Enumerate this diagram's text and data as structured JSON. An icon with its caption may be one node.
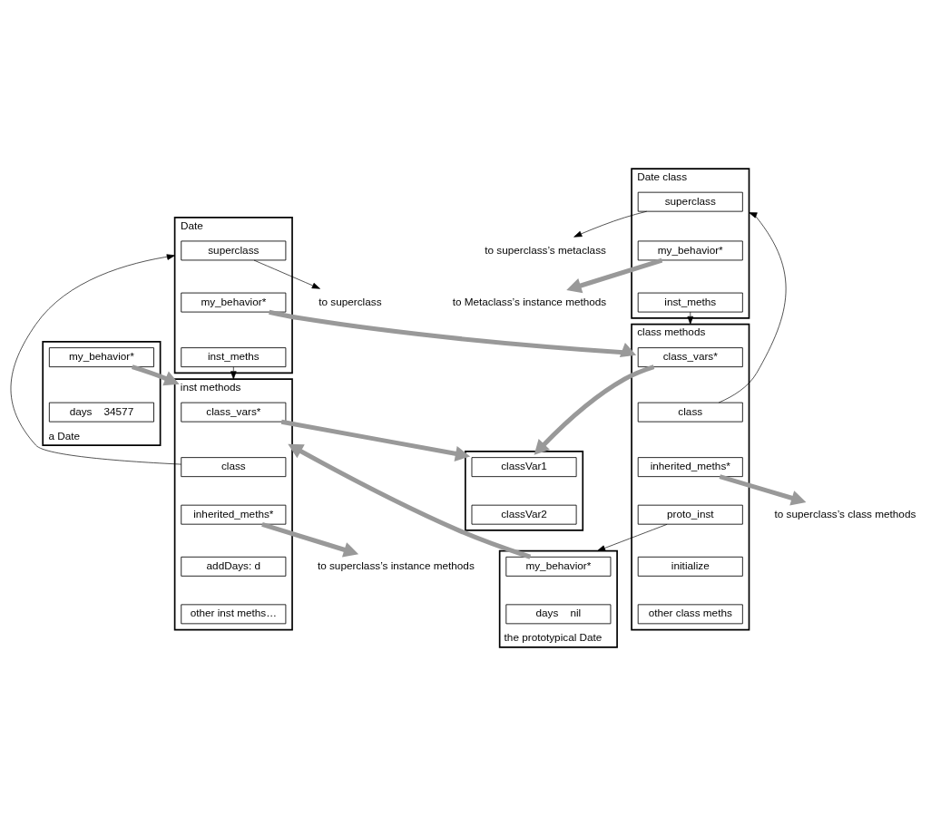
{
  "diagram": {
    "nodes": [
      {
        "text": [
          "Date"
        ]
      },
      {
        "text": [
          "superclass"
        ],
        "in": 0
      },
      {
        "text": [
          "my_behavior*"
        ],
        "in": 0
      },
      {
        "text": [
          "inst_meths"
        ],
        "in": 0
      },
      {
        "text": [],
        "shape": "box"
      },
      {
        "text": [
          "classVar1"
        ],
        "in": 4
      },
      {
        "text": [
          "classVar2"
        ],
        "in": 4
      },
      {
        "text": [
          "Date class"
        ]
      },
      {
        "text": [
          "superclass"
        ],
        "in": 7
      },
      {
        "text": [
          "my_behavior*"
        ],
        "in": 7
      },
      {
        "text": [
          "inst_meths"
        ],
        "in": 7
      },
      {
        "text": [
          "inst methods"
        ]
      },
      {
        "text": [
          "class_vars*"
        ],
        "in": 11
      },
      {
        "text": [
          "class"
        ],
        "in": 11
      },
      {
        "text": [
          "inherited_meths*"
        ],
        "in": 11
      },
      {
        "text": [
          "addDays: d"
        ],
        "in": 11
      },
      {
        "text": [
          "other inst meths…"
        ],
        "in": 11
      },
      {
        "text": [
          "class methods"
        ]
      },
      {
        "text": [
          "class_vars*"
        ],
        "in": 17
      },
      {
        "text": [
          "class"
        ],
        "in": 17
      },
      {
        "text": [
          "inherited_meths*"
        ],
        "in": 17
      },
      {
        "text": [
          "proto_inst"
        ],
        "in": 17
      },
      {
        "text": [
          "initialize"
        ],
        "in": 17
      },
      {
        "text": [
          "other class meths"
        ],
        "in": 17
      },
      {
        "text": [
          "a Date"
        ]
      },
      {
        "text": [
          "my_behavior*"
        ],
        "in": 24
      },
      {
        "text": [
          "days",
          "34577"
        ],
        "in": 24
      },
      {
        "text": [
          "the prototypical Date"
        ]
      },
      {
        "text": [
          "my_behavior*"
        ],
        "in": 27
      },
      {
        "text": [
          "days",
          "nil"
        ],
        "in": 27
      },
      {
        "text": [
          "to superclass"
        ]
      },
      {
        "text": [
          "to superclass’s metaclass"
        ]
      },
      {
        "text": [
          "to Metaclass’s instance methods"
        ]
      },
      {
        "text": [
          "to superclass’s instance methods"
        ]
      },
      {
        "text": [
          "to superclass’s class methods"
        ]
      }
    ],
    "edges": [
      {
        "from": 1,
        "to": 30,
        "arrow": "to",
        "color": "#000000"
      },
      {
        "from": 2,
        "to": 17,
        "arrow": "to"
      },
      {
        "from": 3,
        "to": 11,
        "arrow": "to",
        "color": "#000000"
      },
      {
        "from": 13,
        "to": 0,
        "arrow": "to",
        "color": "#000000"
      },
      {
        "from": 12,
        "to": 4,
        "arrow": "to"
      },
      {
        "from": 14,
        "to": 33,
        "arrow": "to"
      },
      {
        "from": 8,
        "to": 31,
        "arrow": "to",
        "color": "#000000"
      },
      {
        "from": 9,
        "to": 32,
        "arrow": "to"
      },
      {
        "from": 10,
        "to": 17,
        "arrow": "to",
        "color": "#000000"
      },
      {
        "from": 19,
        "to": 7,
        "arrow": "to",
        "color": "#000000"
      },
      {
        "from": 18,
        "to": 4,
        "arrow": "to"
      },
      {
        "from": 20,
        "to": 34,
        "arrow": "to"
      },
      {
        "from": 21,
        "to": 27,
        "arrow": "to",
        "color": "#000000"
      },
      {
        "from": 25,
        "to": 11,
        "arrow": "to"
      },
      {
        "from": 28,
        "to": 11,
        "arrow": "to"
      }
    ]
  }
}
